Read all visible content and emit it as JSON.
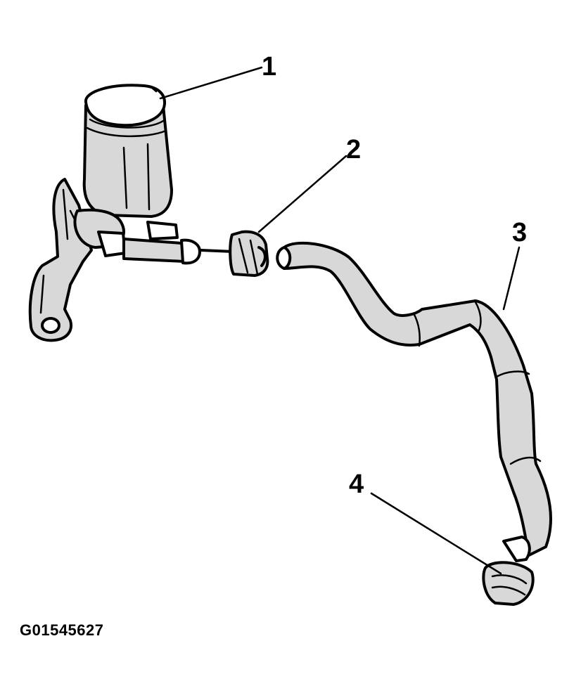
{
  "callouts": [
    {
      "number": "1"
    },
    {
      "number": "2"
    },
    {
      "number": "3"
    },
    {
      "number": "4"
    }
  ],
  "figure_code": "G01545627",
  "colors": {
    "ink": "#000000",
    "fill": "#d8d8d8",
    "background": "#ffffff"
  }
}
